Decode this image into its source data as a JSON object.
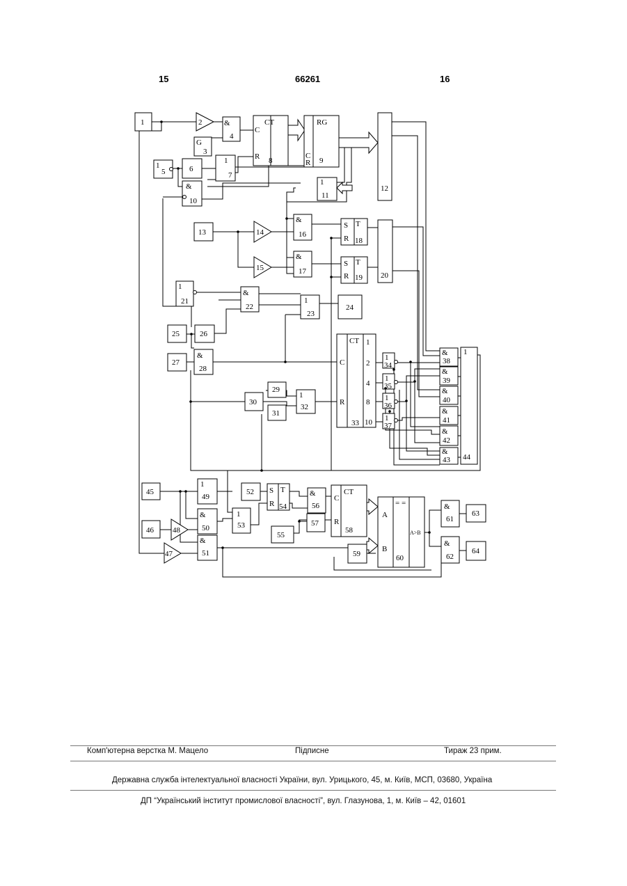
{
  "header": {
    "left_page": "15",
    "patent_number": "66261",
    "right_page": "16"
  },
  "diagram": {
    "blocks": [
      {
        "id": "b1",
        "number": "1"
      },
      {
        "id": "b2",
        "number": "2",
        "symbol": "triangle"
      },
      {
        "id": "b3",
        "number": "3",
        "function": "G"
      },
      {
        "id": "b4",
        "number": "4",
        "function": "&"
      },
      {
        "id": "b5",
        "number": "5",
        "function": "1"
      },
      {
        "id": "b6",
        "number": "6"
      },
      {
        "id": "b7",
        "number": "7",
        "function": "1"
      },
      {
        "id": "b8",
        "number": "8",
        "function": "CT",
        "inputs": [
          "C",
          "R"
        ]
      },
      {
        "id": "b9",
        "number": "9",
        "function": "RG",
        "inputs": [
          "C",
          "R"
        ]
      },
      {
        "id": "b10",
        "number": "10",
        "function": "&"
      },
      {
        "id": "b11",
        "number": "11",
        "function": "1"
      },
      {
        "id": "b12",
        "number": "12"
      },
      {
        "id": "b13",
        "number": "13"
      },
      {
        "id": "b14",
        "number": "14",
        "symbol": "triangle"
      },
      {
        "id": "b15",
        "number": "15",
        "symbol": "triangle"
      },
      {
        "id": "b16",
        "number": "16",
        "function": "&"
      },
      {
        "id": "b17",
        "number": "17",
        "function": "&"
      },
      {
        "id": "b18",
        "number": "18",
        "function": "T",
        "inputs": [
          "S",
          "R"
        ]
      },
      {
        "id": "b19",
        "number": "19",
        "function": "T",
        "inputs": [
          "S",
          "R"
        ]
      },
      {
        "id": "b20",
        "number": "20"
      },
      {
        "id": "b21",
        "number": "21",
        "function": "1"
      },
      {
        "id": "b22",
        "number": "22",
        "function": "&"
      },
      {
        "id": "b23",
        "number": "23",
        "function": "1"
      },
      {
        "id": "b24",
        "number": "24"
      },
      {
        "id": "b25",
        "number": "25"
      },
      {
        "id": "b26",
        "number": "26"
      },
      {
        "id": "b27",
        "number": "27"
      },
      {
        "id": "b28",
        "number": "28",
        "function": "&"
      },
      {
        "id": "b29",
        "number": "29"
      },
      {
        "id": "b30",
        "number": "30"
      },
      {
        "id": "b31",
        "number": "31"
      },
      {
        "id": "b32",
        "number": "32",
        "function": "1"
      },
      {
        "id": "b33",
        "number": "33",
        "function": "CT",
        "inputs": [
          "C",
          "R"
        ],
        "outputs": [
          "1",
          "2",
          "4",
          "8",
          "10"
        ]
      },
      {
        "id": "b34",
        "number": "34",
        "function": "1"
      },
      {
        "id": "b35",
        "number": "35",
        "function": "1"
      },
      {
        "id": "b36",
        "number": "36",
        "function": "1"
      },
      {
        "id": "b37",
        "number": "37",
        "function": "1"
      },
      {
        "id": "b38",
        "number": "38",
        "function": "&"
      },
      {
        "id": "b39",
        "number": "39",
        "function": "&"
      },
      {
        "id": "b40",
        "number": "40",
        "function": "&"
      },
      {
        "id": "b41",
        "number": "41",
        "function": "&"
      },
      {
        "id": "b42",
        "number": "42",
        "function": "&"
      },
      {
        "id": "b43",
        "number": "43",
        "function": "&"
      },
      {
        "id": "b44",
        "number": "44",
        "function": "1"
      },
      {
        "id": "b45",
        "number": "45"
      },
      {
        "id": "b46",
        "number": "46"
      },
      {
        "id": "b47",
        "number": "47",
        "symbol": "triangle"
      },
      {
        "id": "b48",
        "number": "48",
        "symbol": "triangle"
      },
      {
        "id": "b49",
        "number": "49",
        "function": "1"
      },
      {
        "id": "b50",
        "number": "50",
        "function": "&"
      },
      {
        "id": "b51",
        "number": "51",
        "function": "&"
      },
      {
        "id": "b52",
        "number": "52"
      },
      {
        "id": "b53",
        "number": "53",
        "function": "1"
      },
      {
        "id": "b54",
        "number": "54",
        "function": "T",
        "inputs": [
          "S",
          "R"
        ]
      },
      {
        "id": "b55",
        "number": "55"
      },
      {
        "id": "b56",
        "number": "56",
        "function": "&"
      },
      {
        "id": "b57",
        "number": "57"
      },
      {
        "id": "b58",
        "number": "58",
        "function": "CT",
        "inputs": [
          "C",
          "R"
        ]
      },
      {
        "id": "b59",
        "number": "59"
      },
      {
        "id": "b60",
        "number": "60",
        "function": "= =",
        "inputs": [
          "A",
          "B"
        ],
        "output": "A>B"
      },
      {
        "id": "b61",
        "number": "61",
        "function": "&"
      },
      {
        "id": "b62",
        "number": "62",
        "function": "&"
      },
      {
        "id": "b63",
        "number": "63"
      },
      {
        "id": "b64",
        "number": "64"
      }
    ]
  },
  "footer": {
    "typesetting": "Комп'ютерна верстка М. Мацело",
    "subscription": "Підписне",
    "circulation": "Тираж 23 прим.",
    "publisher": "Державна служба інтелектуальної власності України, вул. Урицького, 45, м. Київ, МСП, 03680, Україна",
    "institute": "ДП “Український інститут промислової власності”, вул. Глазунова, 1, м. Київ – 42, 01601"
  }
}
